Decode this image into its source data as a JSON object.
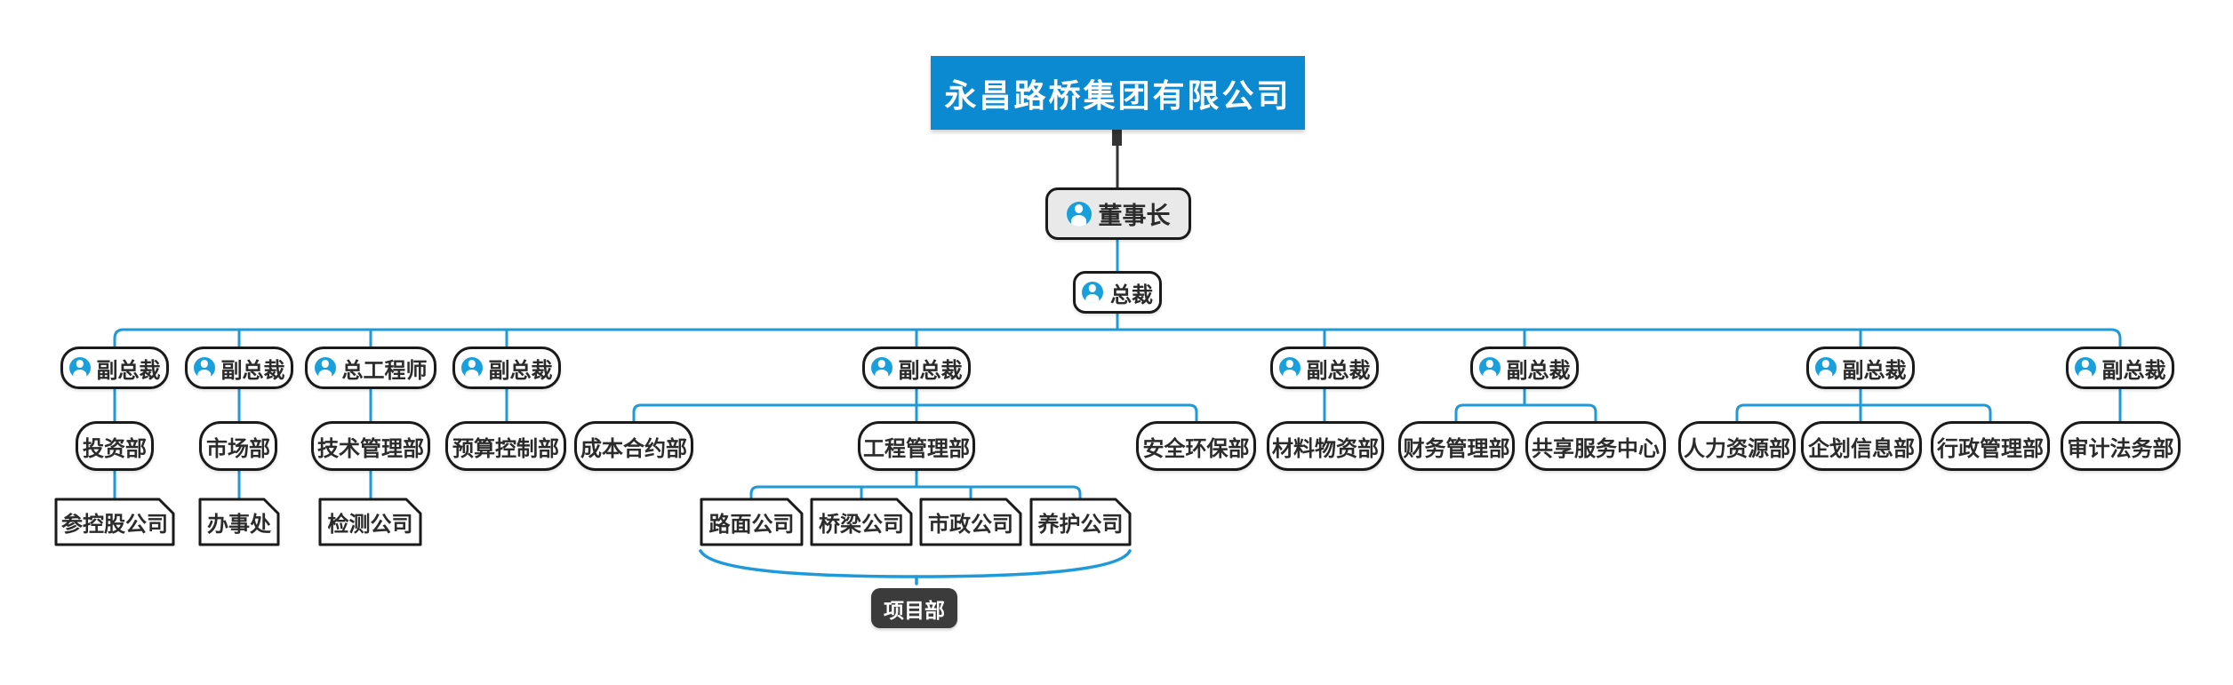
{
  "colors": {
    "title_bg": "#0b89d1",
    "connector_blue": "#1e9ad8",
    "connector_dark": "#333333",
    "node_border": "#1a1a1a",
    "node_text": "#2b2b2b",
    "chairman_bg": "#e9e9e9",
    "project_bg": "#3b3b3b",
    "icon_blue": "#18a0dc"
  },
  "org": {
    "company": {
      "label": "永昌路桥集团有限公司"
    },
    "chairman": {
      "label": "董事长",
      "icon": "person-icon"
    },
    "president": {
      "label": "总裁",
      "icon": "person-icon"
    },
    "executives": [
      {
        "label": "副总裁",
        "icon": "person-icon"
      },
      {
        "label": "副总裁",
        "icon": "person-icon"
      },
      {
        "label": "总工程师",
        "icon": "person-icon"
      },
      {
        "label": "副总裁",
        "icon": "person-icon"
      },
      {
        "label": "副总裁",
        "icon": "person-icon"
      },
      {
        "label": "副总裁",
        "icon": "person-icon"
      },
      {
        "label": "副总裁",
        "icon": "person-icon"
      },
      {
        "label": "副总裁",
        "icon": "person-icon"
      },
      {
        "label": "副总裁",
        "icon": "person-icon"
      }
    ],
    "departments": [
      "投资部",
      "市场部",
      "技术管理部",
      "预算控制部",
      "成本合约部",
      "工程管理部",
      "安全环保部",
      "材料物资部",
      "财务管理部",
      "共享服务中心",
      "人力资源部",
      "企划信息部",
      "行政管理部",
      "审计法务部"
    ],
    "units": [
      "参控股公司",
      "办事处",
      "检测公司",
      "路面公司",
      "桥梁公司",
      "市政公司",
      "养护公司"
    ],
    "project_dept": {
      "label": "项目部"
    }
  }
}
